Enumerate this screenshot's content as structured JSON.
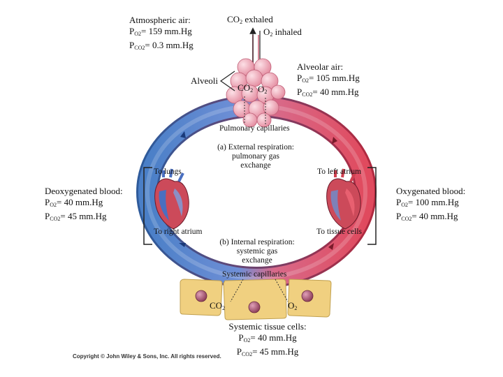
{
  "atmospheric": {
    "title": "Atmospheric air:",
    "po2": "= 159 mm.Hg",
    "pco2": "= 0.3 mm.Hg"
  },
  "exchange_top": {
    "co2": "CO",
    "exhaled": "exhaled",
    "o2": "O",
    "inhaled": "inhaled"
  },
  "alveolar": {
    "title": "Alveolar air:",
    "po2": "= 105 mm.Hg",
    "pco2": "= 40 mm.Hg"
  },
  "alveoli_label": "Alveoli",
  "alveoli_gases": {
    "co2": "CO",
    "o2": "O"
  },
  "pulmonary_capillaries": "Pulmonary capillaries",
  "external_respiration": [
    "(a) External respiration:",
    "pulmonary gas",
    "exchange"
  ],
  "to_lungs": "To lungs",
  "to_left_atrium": "To left atrium",
  "to_right_atrium": "To right atrium",
  "to_tissue_cells": "To tissue cells",
  "deoxygenated": {
    "title": "Deoxygenated blood:",
    "po2": "= 40 mm.Hg",
    "pco2": "= 45 mm.Hg"
  },
  "oxygenated": {
    "title": "Oxygenated blood:",
    "po2": "= 100 mm.Hg",
    "pco2": "= 40 mm.Hg"
  },
  "internal_respiration": [
    "(b) Internal respiration:",
    "systemic gas",
    "exchange"
  ],
  "systemic_capillaries": "Systemic capillaries",
  "tissue_gases": {
    "co2": "CO",
    "o2": "O"
  },
  "systemic_tissue": {
    "title": "Systemic tissue cells:",
    "po2": "= 40 mm.Hg",
    "pco2": "= 45 mm.Hg"
  },
  "pressure_labels": {
    "p": "P",
    "o2": "O2",
    "co2": "CO2"
  },
  "subscript_2": "2",
  "copyright": "Copyright © John Wiley & Sons, Inc. All rights reserved.",
  "colors": {
    "deoxygenated": "#4a7fc7",
    "oxygenated": "#e04a5e",
    "alveoli": "#f0a8b4",
    "tissue": "#f0d080",
    "nucleus": "#a5506a"
  }
}
